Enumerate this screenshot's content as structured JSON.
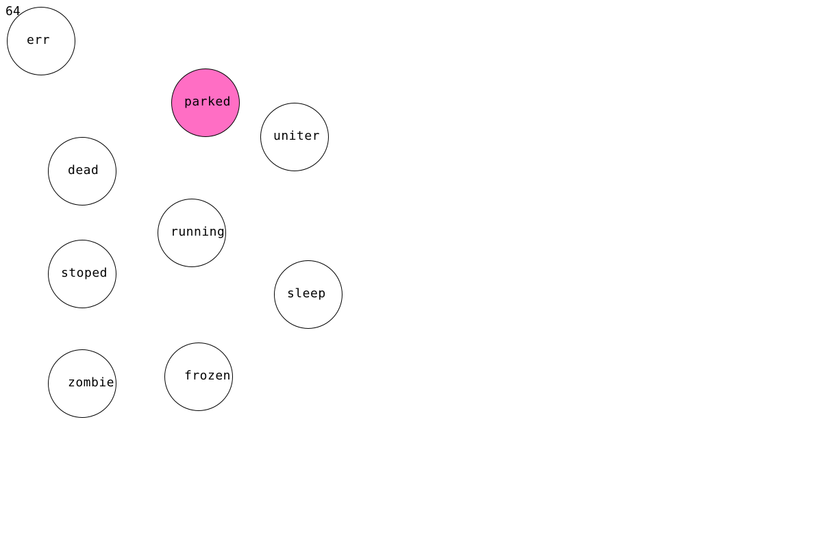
{
  "counter": "64",
  "nodes": [
    {
      "label": "err",
      "state": "idle"
    },
    {
      "label": "parked",
      "state": "active"
    },
    {
      "label": "uniter",
      "state": "idle"
    },
    {
      "label": "dead",
      "state": "idle"
    },
    {
      "label": "running",
      "state": "idle"
    },
    {
      "label": "stoped",
      "state": "idle"
    },
    {
      "label": "sleep",
      "state": "idle"
    },
    {
      "label": "zombie",
      "state": "idle"
    },
    {
      "label": "frozen",
      "state": "idle"
    }
  ],
  "colors": {
    "active_fill": "#ff6ec4",
    "idle_fill": "#ffffff",
    "stroke": "#000000",
    "background": "#ffffff"
  }
}
